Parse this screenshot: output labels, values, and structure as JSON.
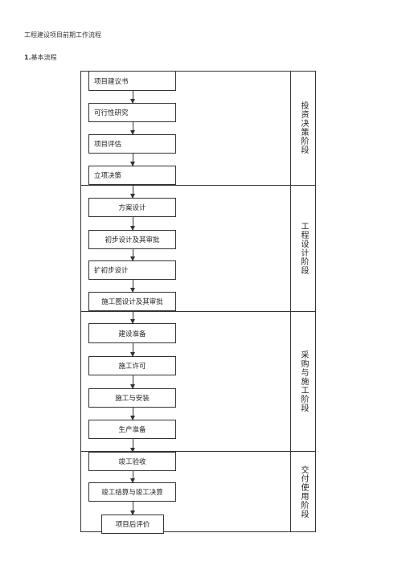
{
  "doc": {
    "title": "工程建设项目前期工作流程"
  },
  "section": {
    "number": "1.",
    "title": "基本流程"
  },
  "stages": [
    {
      "label": "投资决策阶段"
    },
    {
      "label": "工程设计阶段"
    },
    {
      "label": "采购与施工阶段"
    },
    {
      "label": "交付使用阶段"
    }
  ],
  "steps": [
    {
      "label": "项目建议书"
    },
    {
      "label": "可行性研究"
    },
    {
      "label": "项目评估"
    },
    {
      "label": "立项决策"
    },
    {
      "label": "方案设计"
    },
    {
      "label": "初步设计及其审批"
    },
    {
      "label": "扩初步设计"
    },
    {
      "label": "施工图设计及其审批"
    },
    {
      "label": "建设准备"
    },
    {
      "label": "施工许可"
    },
    {
      "label": "施工与安装"
    },
    {
      "label": "生产准备"
    },
    {
      "label": "竣工验收"
    },
    {
      "label": "竣工结算与竣工决算"
    },
    {
      "label": "项目后评价"
    }
  ]
}
